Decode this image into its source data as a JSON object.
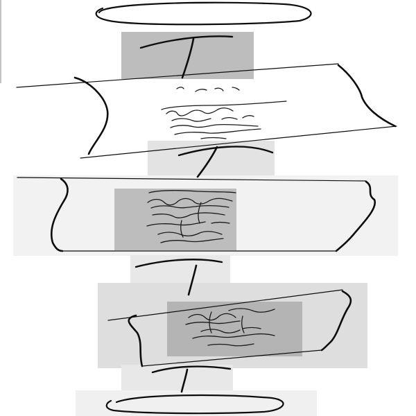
{
  "diagram": {
    "kind": "hand-drawn flowchart (scanned)",
    "colors": {
      "ink": "#0d0d0d",
      "panel_light": "#eeeeee",
      "panel_mid": "#dddddd",
      "panel_dark": "#bdbdbd",
      "background": "#ffffff"
    },
    "nodes": [
      {
        "name": "start-terminal",
        "shape": "ellipse",
        "text": ""
      },
      {
        "name": "data-block-1",
        "shape": "parallelogram",
        "text": ""
      },
      {
        "name": "data-block-2",
        "shape": "parallelogram",
        "text": ""
      },
      {
        "name": "data-block-3",
        "shape": "parallelogram",
        "text": ""
      },
      {
        "name": "end-terminal",
        "shape": "ellipse",
        "text": ""
      }
    ],
    "connectors": 4
  }
}
